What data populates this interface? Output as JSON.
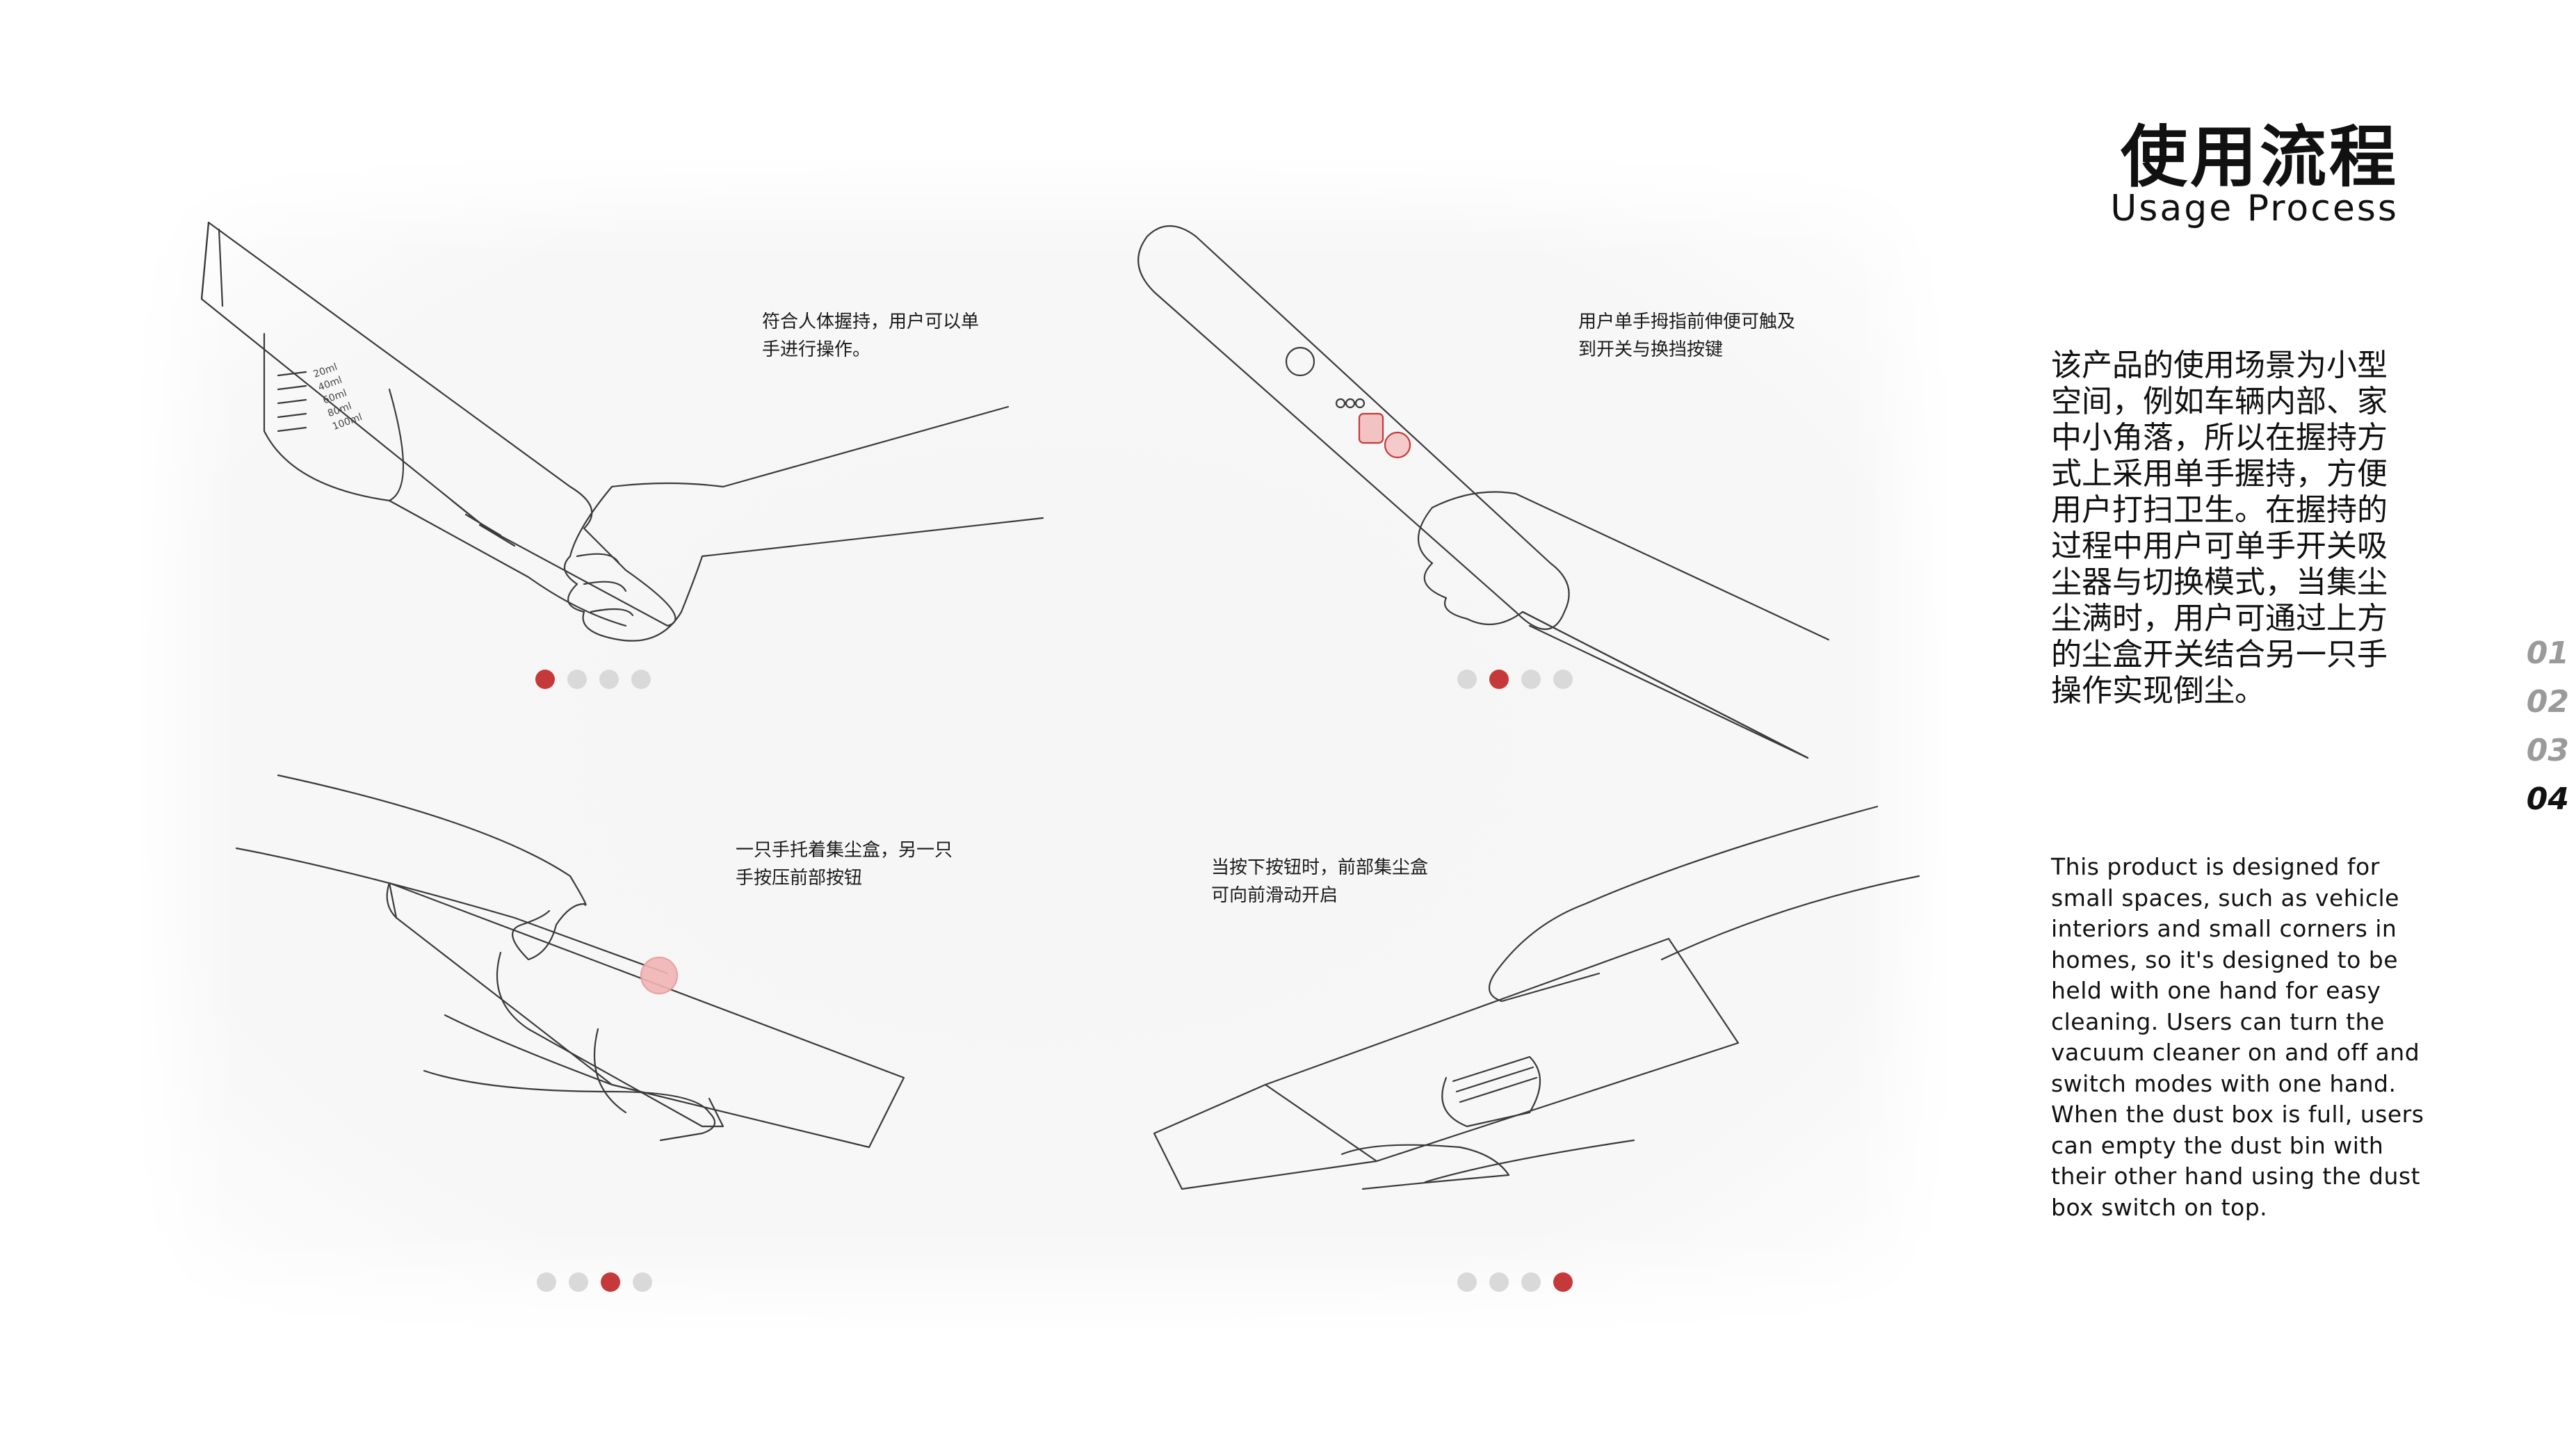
{
  "header": {
    "title_cn": "使用流程",
    "title_en": "Usage Process"
  },
  "description": {
    "cn": "该产品的使用场景为小型空间，例如车辆内部、家中小角落，所以在握持方式上采用单手握持，方便用户打扫卫生。在握持的过程中用户可单手开关吸尘器与切换模式，当集尘尘满时，用户可通过上方的尘盒开关结合另一只手操作实现倒尘。",
    "en": "This product is designed for small spaces, such as vehicle interiors and small corners in homes, so it's designed to be held with one hand for easy cleaning. Users can turn the vacuum cleaner on and off and switch modes with one hand. When the dust box is full, users can empty the dust bin with their other hand using the dust box switch on top."
  },
  "steps": [
    {
      "caption": "符合人体握持，用户可以单\n手进行操作。",
      "active_dot": 1,
      "dot_count": 4,
      "scale_labels": [
        "100ml",
        "80ml",
        "60ml",
        "40ml",
        "20ml"
      ]
    },
    {
      "caption": "用户单手拇指前伸便可触及\n到开关与换挡按键",
      "active_dot": 2,
      "dot_count": 4
    },
    {
      "caption": "一只手托着集尘盒，另一只\n手按压前部按钮",
      "active_dot": 3,
      "dot_count": 4
    },
    {
      "caption": "当按下按钮时，前部集尘盒\n可向前滑动开启",
      "active_dot": 4,
      "dot_count": 4
    }
  ],
  "pagination": {
    "pages": [
      "01",
      "02",
      "03",
      "04"
    ],
    "current": "04"
  },
  "colors": {
    "accent": "#c6393a",
    "dot_inactive": "#d9d9d9",
    "line": "#333333",
    "page_inactive": "#9a9a9a"
  }
}
